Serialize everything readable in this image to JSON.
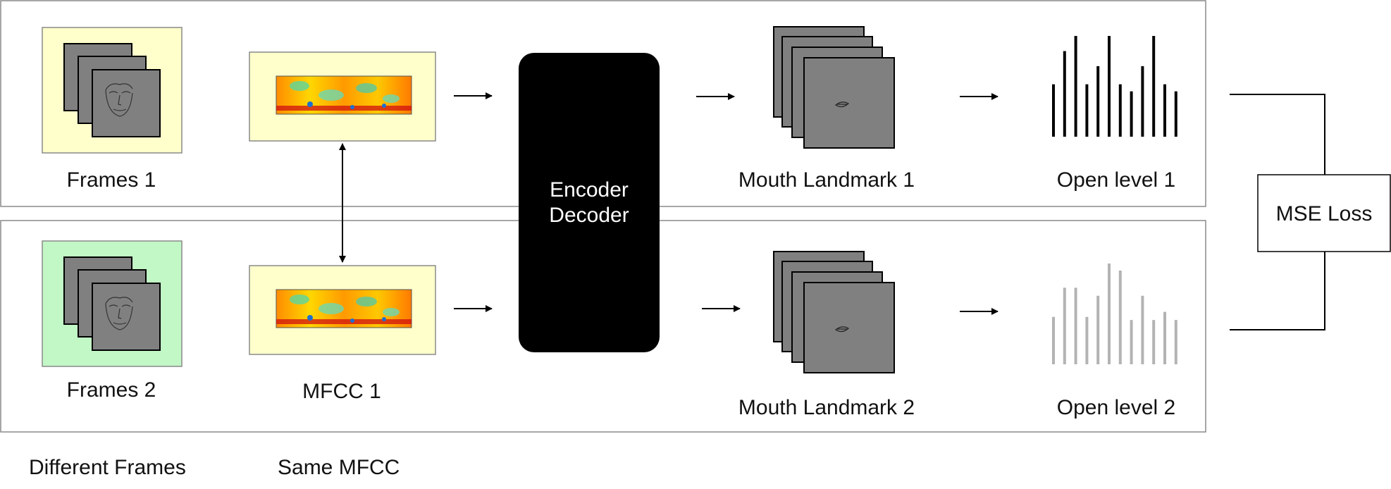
{
  "labels": {
    "frames1": "Frames 1",
    "frames2": "Frames 2",
    "mfcc1": "MFCC 1",
    "mouth1": "Mouth Landmark 1",
    "mouth2": "Mouth Landmark 2",
    "open1": "Open level 1",
    "open2": "Open level 2",
    "encoder_line1": "Encoder",
    "encoder_line2": "Decoder",
    "loss": "MSE Loss",
    "different_frames": "Different Frames",
    "same_mfcc": "Same MFCC"
  },
  "open_levels": {
    "top": [
      0.52,
      0.85,
      1.0,
      0.52,
      0.7,
      1.0,
      0.52,
      0.45,
      0.7,
      1.0,
      0.52,
      0.45
    ],
    "bottom": [
      0.47,
      0.76,
      0.76,
      0.47,
      0.68,
      1.0,
      0.93,
      0.44,
      0.68,
      0.44,
      0.52,
      0.44
    ]
  },
  "colors": {
    "frames1_bg": "#ffffcc",
    "frames2_bg": "#c2f7c6",
    "mfcc_bg": "#ffffcc",
    "frame_gray": "#808080",
    "encoder_bg": "#000000",
    "open_top": "#000000",
    "open_bottom": "#b3b3b3",
    "panel_border": "#8a8a8a"
  }
}
